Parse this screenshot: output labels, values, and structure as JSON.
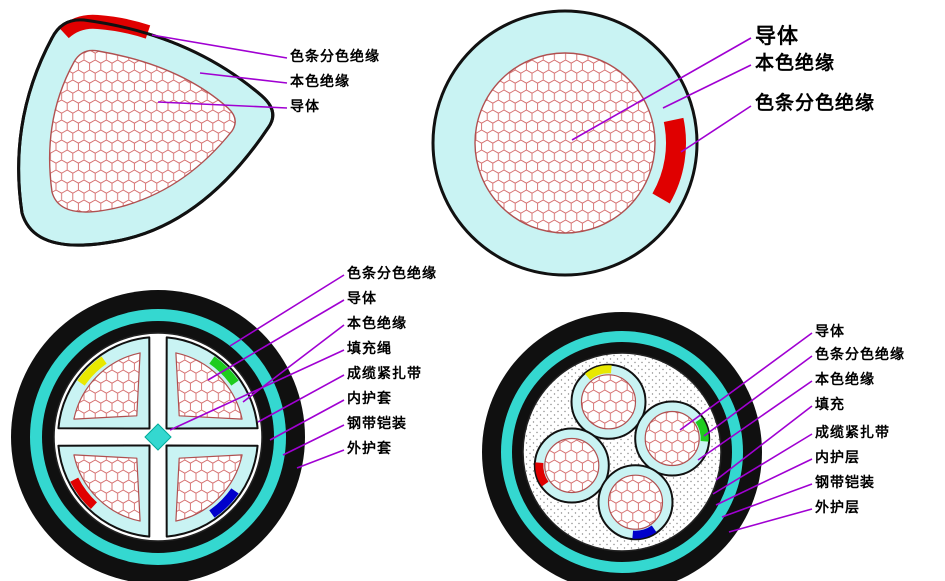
{
  "colors": {
    "insulation_cyan": "#c9f3f3",
    "armor_ring_cyan": "#34d8d0",
    "sheath_black": "#101010",
    "strip_red": "#e00000",
    "strip_yellow": "#e8e800",
    "strip_green": "#1ecc1e",
    "strip_blue": "#0000cc",
    "leader_line_purple": "#a000d2",
    "conductor_hatch_red": "#d46a6a"
  },
  "groups": {
    "sector_single": {
      "labels": [
        {
          "text": "色条分色绝缘"
        },
        {
          "text": "本色绝缘"
        },
        {
          "text": "导体"
        }
      ]
    },
    "round_single": {
      "labels": [
        {
          "text": "导体"
        },
        {
          "text": "本色绝缘"
        },
        {
          "text": "色条分色绝缘"
        }
      ]
    },
    "four_core_sector": {
      "labels": [
        {
          "text": "色条分色绝缘"
        },
        {
          "text": "导体"
        },
        {
          "text": "本色绝缘"
        },
        {
          "text": "填充绳"
        },
        {
          "text": "成缆紧扎带"
        },
        {
          "text": "内护套"
        },
        {
          "text": "钢带铠装"
        },
        {
          "text": "外护套"
        }
      ]
    },
    "four_core_round": {
      "labels": [
        {
          "text": "导体"
        },
        {
          "text": "色条分色绝缘"
        },
        {
          "text": "本色绝缘"
        },
        {
          "text": "填充"
        },
        {
          "text": "成缆紧扎带"
        },
        {
          "text": "内护层"
        },
        {
          "text": "钢带铠装"
        },
        {
          "text": "外护层"
        }
      ]
    }
  }
}
